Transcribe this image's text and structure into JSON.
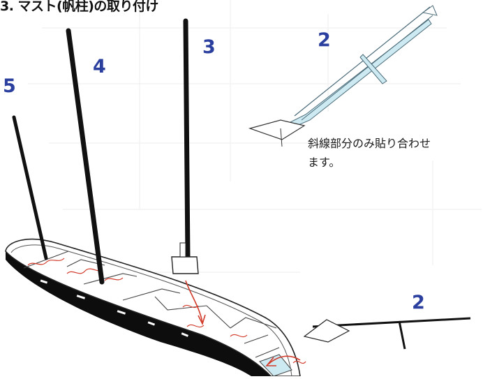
{
  "title": "3. マスト(帆柱)の取り付け",
  "labels": {
    "mast_5": "5",
    "mast_4": "4",
    "mast_3": "3",
    "mast_2_top": "2",
    "mast_2_bottom": "2"
  },
  "note": {
    "line1": "斜線部分のみ貼り合わせ",
    "line2": "ます。"
  },
  "colors": {
    "label_blue": "#2b3f9e",
    "mast_black": "#111111",
    "glue_area": "#cdeaf2",
    "guide_red": "#d23a2a"
  }
}
